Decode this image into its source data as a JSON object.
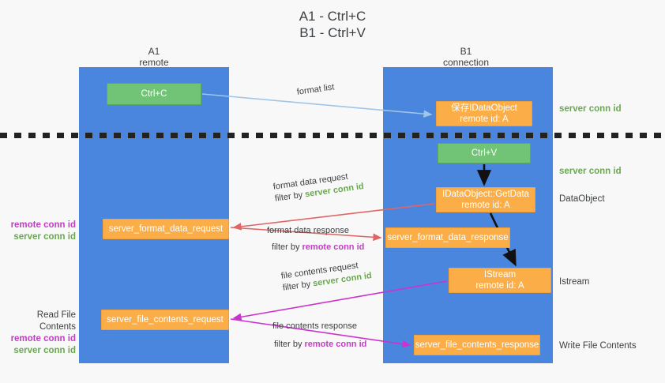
{
  "title": {
    "line1": "A1 - Ctrl+C",
    "line2": "B1 - Ctrl+V"
  },
  "columns": {
    "left": {
      "name": "A1",
      "role": "remote"
    },
    "right": {
      "name": "B1",
      "role": "connection"
    }
  },
  "colors": {
    "lane": "#4a86de",
    "green_box": "#71c375",
    "orange_box": "#fbae48",
    "server_conn_id": "#6aa84f",
    "remote_conn_id": "#c13fc1",
    "arrow_blue": "#9fc5e8",
    "arrow_red": "#e06666",
    "arrow_magenta": "#cc33cc",
    "arrow_black": "#000000",
    "divider": "#222222",
    "background": "#f8f8f8"
  },
  "boxes": {
    "ctrl_c": "Ctrl+C",
    "dataobject_store_l1": "保存IDataObject",
    "dataobject_store_l2": "remote id: A",
    "ctrl_v": "Ctrl+V",
    "getdata_l1": "IDataObject::GetData",
    "getdata_l2": "remote id: A",
    "istream_l1": "IStream",
    "istream_l2": "remote id: A",
    "server_format_data_request": "server_format_data_request",
    "server_format_data_response": "server_format_data_response",
    "server_file_contents_request": "server_file_contents_request",
    "server_file_contents_response": "server_file_contents_response"
  },
  "edge_labels": {
    "format_list": "format list",
    "format_data_request": "format data request",
    "format_data_request_filter_prefix": "filter by ",
    "format_data_request_filter_value": "server conn id",
    "format_data_response": "format data response",
    "format_data_response_filter_prefix": "filter by ",
    "format_data_response_filter_value": "remote conn id",
    "file_contents_request": "file contents request",
    "file_contents_request_filter_prefix": "filter by ",
    "file_contents_request_filter_value": "server conn id",
    "file_contents_response": "file contents response",
    "file_contents_response_filter_prefix": "filter by ",
    "file_contents_response_filter_value": "remote conn id"
  },
  "annotations": {
    "right": {
      "server_conn_id_top": "server conn id",
      "server_conn_id_mid": "server conn id",
      "dataobject": "DataObject",
      "istream": "Istream",
      "write_file_contents": "Write File Contents"
    },
    "left": {
      "remote_conn_id_1": "remote conn id",
      "server_conn_id_1": "server conn id",
      "read_file_contents": "Read File Contents",
      "remote_conn_id_2": "remote conn id",
      "server_conn_id_2": "server conn id"
    }
  }
}
